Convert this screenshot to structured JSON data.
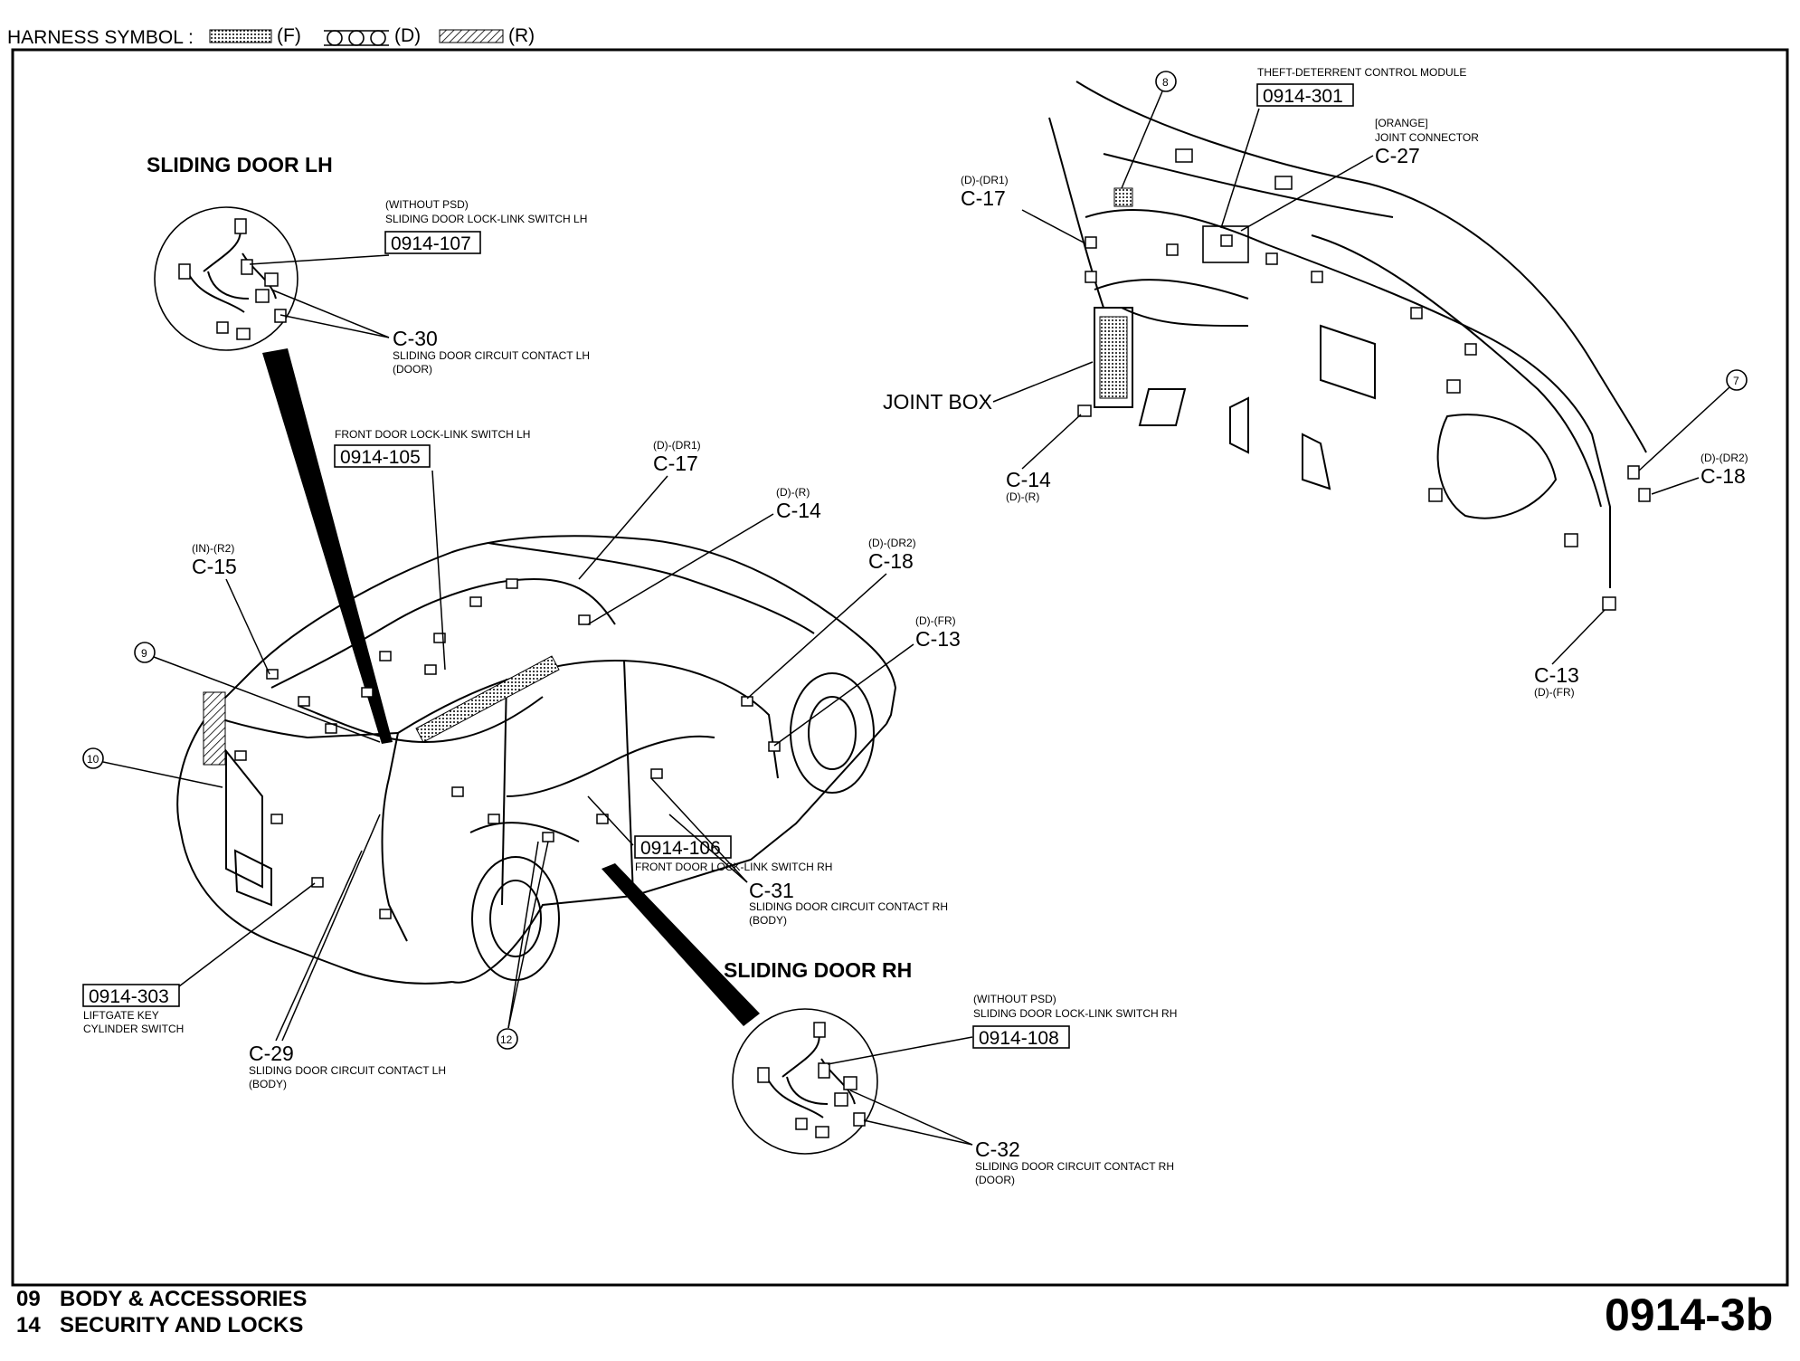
{
  "legend": {
    "prefix": "HARNESS SYMBOL :",
    "f": "(F)",
    "d": "(D)",
    "r": "(R)"
  },
  "headings": {
    "sliding_door_lh": "SLIDING DOOR LH",
    "sliding_door_rh": "SLIDING DOOR RH",
    "joint_box": "JOINT BOX"
  },
  "labels": {
    "lh_without_psd": "(WITHOUT PSD)",
    "lh_lock_link": "SLIDING DOOR LOCK-LINK SWITCH LH",
    "lh_code": "0914-107",
    "c30": "C-30",
    "c30_desc": "SLIDING DOOR CIRCUIT CONTACT LH",
    "c30_sub": "(DOOR)",
    "front_lh": "FRONT DOOR LOCK-LINK SWITCH LH",
    "front_lh_code": "0914-105",
    "c17_sub": "(D)-(DR1)",
    "c17": "C-17",
    "c14_sub": "(D)-(R)",
    "c14": "C-14",
    "c15_sub": "(IN)-(R2)",
    "c15": "C-15",
    "c18_sub": "(D)-(DR2)",
    "c18": "C-18",
    "c13_sub": "(D)-(FR)",
    "c13": "C-13",
    "front_rh_code": "0914-106",
    "front_rh": "FRONT DOOR LOCK-LINK SWITCH RH",
    "c31": "C-31",
    "c31_desc": "SLIDING DOOR CIRCUIT CONTACT RH",
    "c31_sub": "(BODY)",
    "liftgate_code": "0914-303",
    "liftgate_1": "LIFTGATE KEY",
    "liftgate_2": "CYLINDER SWITCH",
    "c29": "C-29",
    "c29_desc": "SLIDING DOOR CIRCUIT CONTACT LH",
    "c29_sub": "(BODY)",
    "rh_without_psd": "(WITHOUT PSD)",
    "rh_lock_link": "SLIDING DOOR LOCK-LINK SWITCH RH",
    "rh_code": "0914-108",
    "c32": "C-32",
    "c32_desc": "SLIDING DOOR CIRCUIT CONTACT RH",
    "c32_sub": "(DOOR)",
    "theft": "THEFT-DETERRENT CONTROL MODULE",
    "theft_code": "0914-301",
    "orange": "[ORANGE]",
    "joint_conn": "JOINT CONNECTOR",
    "c27": "C-27",
    "dash_c17_sub": "(D)-(DR1)",
    "dash_c17": "C-17",
    "dash_c14": "C-14",
    "dash_c14_sub": "(D)-(R)",
    "dash_c18_sub": "(D)-(DR2)",
    "dash_c18": "C-18",
    "dash_c13": "C-13",
    "dash_c13_sub": "(D)-(FR)",
    "n7": "7",
    "n8": "8",
    "n9": "9",
    "n10": "10",
    "n12": "12"
  },
  "footer": {
    "line1_num": "09",
    "line1_text": "BODY & ACCESSORIES",
    "line2_num": "14",
    "line2_text": "SECURITY AND LOCKS",
    "page_code": "0914-3b"
  }
}
